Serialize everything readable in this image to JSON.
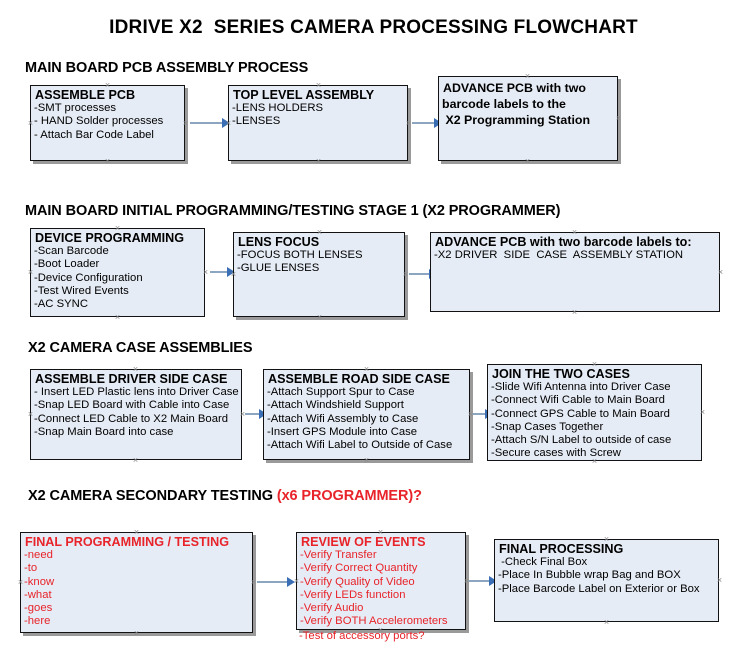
{
  "document": {
    "title": "IDRIVE X2  SERIES CAMERA PROCESSING FLOWCHART",
    "accent_red": "#e8232a",
    "box_fill": "#e6ecf5",
    "box_border": "#121212",
    "arrow_shaft": "#8ca5c0",
    "arrow_head": "#3a6eb5"
  },
  "sections": [
    {
      "heading": "MAIN BOARD PCB ASSEMBLY PROCESS",
      "heading_accent": "",
      "boxes": [
        {
          "title": "ASSEMBLE PCB",
          "lines": [
            "-SMT processes",
            "- HAND Solder processes",
            "- Attach Bar Code Label"
          ]
        },
        {
          "title": "TOP LEVEL ASSEMBLY",
          "lines": [
            "-LENS HOLDERS",
            "-LENSES"
          ]
        },
        {
          "title": "ADVANCE PCB with two",
          "lines": [
            "barcode labels to the",
            " X2 Programming Station"
          ]
        }
      ]
    },
    {
      "heading": "MAIN BOARD INITIAL PROGRAMMING/TESTING STAGE 1 (X2 PROGRAMMER)",
      "heading_accent": "",
      "boxes": [
        {
          "title": "DEVICE PROGRAMMING",
          "lines": [
            "-Scan Barcode",
            "-Boot Loader",
            "-Device Configuration",
            "-Test Wired Events",
            "-AC SYNC"
          ]
        },
        {
          "title": "LENS FOCUS",
          "lines": [
            "-FOCUS BOTH LENSES",
            "-GLUE LENSES"
          ]
        },
        {
          "title": "ADVANCE PCB with two barcode labels to:",
          "lines": [
            "-X2 DRIVER  SIDE  CASE  ASSEMBLY STATION"
          ]
        }
      ]
    },
    {
      "heading": "X2 CAMERA CASE ASSEMBLIES",
      "heading_accent": "",
      "boxes": [
        {
          "title": "ASSEMBLE DRIVER SIDE CASE",
          "lines": [
            "- Insert LED Plastic lens into Driver Case",
            "-Snap LED Board with Cable into Case",
            "-Connect LED Cable to X2 Main Board",
            "-Snap Main Board into case"
          ]
        },
        {
          "title": "ASSEMBLE ROAD SIDE CASE",
          "lines": [
            "-Attach Support Spur to Case",
            "-Attach Windshield Support",
            "-Attach Wifi Assembly to Case",
            "-Insert GPS Module into Case",
            "-Attach Wifi Label to Outside of Case"
          ]
        },
        {
          "title": "JOIN THE TWO CASES",
          "lines": [
            "-Slide Wifi Antenna into Driver Case",
            "-Connect Wifi Cable to Main Board",
            "-Connect GPS Cable to Main Board",
            "-Snap Cases Together",
            "-Attach S/N Label to outside of case",
            "-Secure cases with Screw"
          ]
        }
      ]
    },
    {
      "heading": "X2 CAMERA SECONDARY TESTING ",
      "heading_accent": "(x6 PROGRAMMER)?",
      "boxes": [
        {
          "title": "FINAL PROGRAMMING / TESTING",
          "lines": [
            "-need",
            "-to",
            "-know",
            "-what",
            "-goes",
            "-here"
          ]
        },
        {
          "title": "REVIEW OF EVENTS",
          "lines": [
            "-Verify Transfer",
            "-Verify Correct Quantity",
            "-Verify Quality of Video",
            "-Verify LEDs function",
            "-Verify Audio",
            "-Verify BOTH Accelerometers"
          ],
          "overflow_line": "-Test of accessory ports?"
        },
        {
          "title": "FINAL PROCESSING",
          "lines": [
            " -Check Final Box",
            "-Place In Bubble wrap Bag and BOX",
            "-Place Barcode Label on Exterior or Box"
          ]
        }
      ]
    }
  ]
}
